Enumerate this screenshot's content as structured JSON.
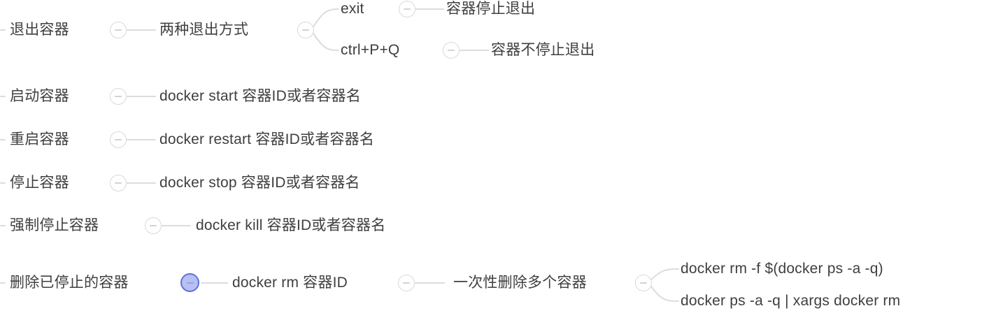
{
  "mindmap": {
    "nodes": {
      "exit_topic": "退出容器",
      "exit_methods": "两种退出方式",
      "exit_cmd": "exit",
      "exit_cmd_result": "容器停止退出",
      "ctrl_pq_cmd": "ctrl+P+Q",
      "ctrl_pq_result": "容器不停止退出",
      "start_topic": "启动容器",
      "start_cmd": "docker start 容器ID或者容器名",
      "restart_topic": "重启容器",
      "restart_cmd": "docker restart 容器ID或者容器名",
      "stop_topic": "停止容器",
      "stop_cmd": "docker stop 容器ID或者容器名",
      "force_stop_topic": "强制停止容器",
      "force_stop_cmd": "docker kill 容器ID或者容器名",
      "remove_topic": "删除已停止的容器",
      "remove_cmd": "docker rm 容器ID",
      "remove_multi_topic": "一次性删除多个容器",
      "remove_multi_cmd_1": "docker rm -f $(docker ps -a -q)",
      "remove_multi_cmd_2": "docker ps -a -q | xargs docker rm"
    },
    "colors": {
      "text": "#3f3f3f",
      "connector": "#dcdcdc",
      "selected_node_fill": "#b7c0f2",
      "selected_node_border": "#5f6fe0"
    }
  }
}
